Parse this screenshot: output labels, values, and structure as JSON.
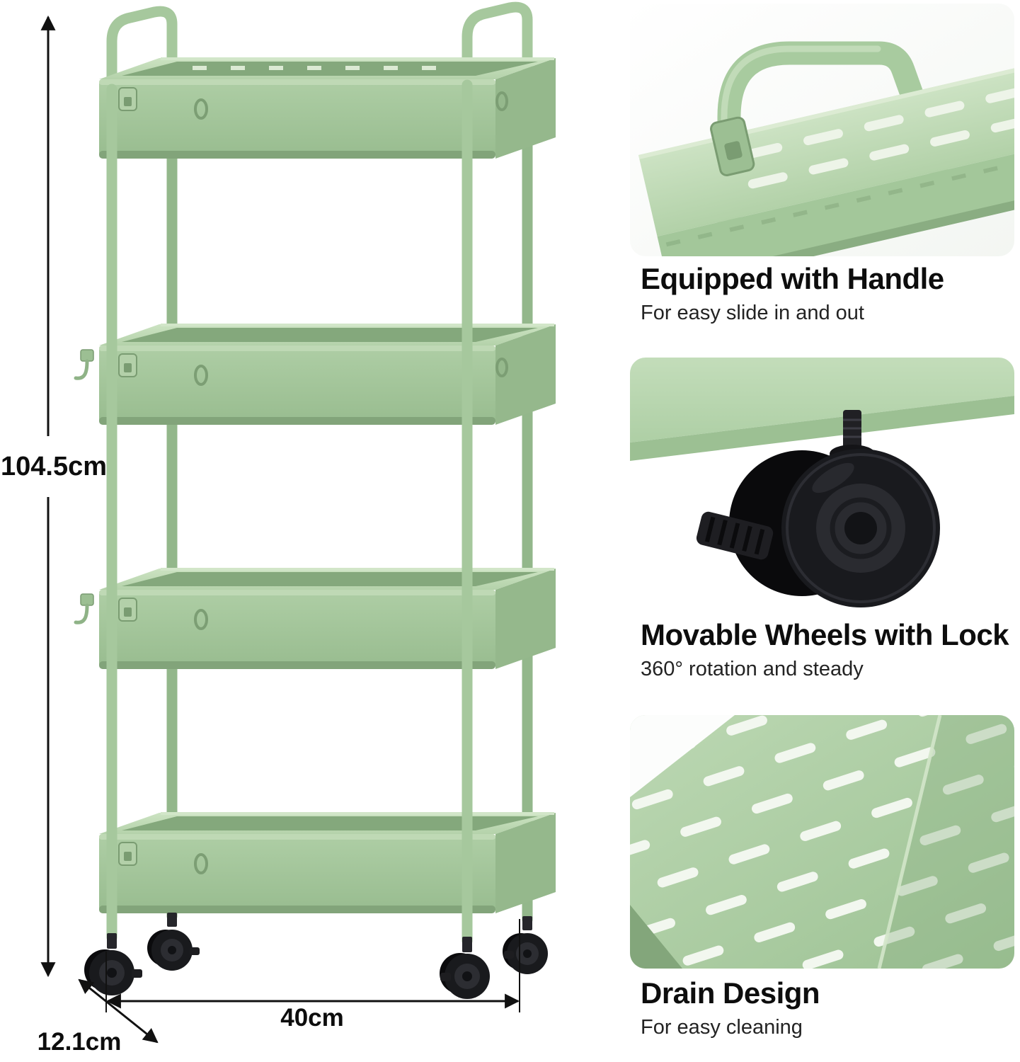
{
  "dimensions": {
    "height": "104.5cm",
    "width": "40cm",
    "depth": "12.1cm"
  },
  "features": [
    {
      "title": "Equipped with Handle",
      "subtitle": "For easy slide in and out",
      "image": "handle-closeup"
    },
    {
      "title": "Movable Wheels with Lock",
      "subtitle": "360° rotation and steady",
      "image": "wheel-closeup"
    },
    {
      "title": "Drain Design",
      "subtitle": "For easy cleaning",
      "image": "drain-closeup"
    }
  ],
  "cart": {
    "tiers": 4,
    "wheels": 4,
    "handles": 2
  },
  "colors": {
    "cart_green": "#a6c89d",
    "cart_green_light": "#c2dbb8",
    "cart_green_dark": "#8fb387",
    "wheel_black": "#17171a",
    "text_primary": "#0d0d0d",
    "dimension_line": "#111111"
  }
}
